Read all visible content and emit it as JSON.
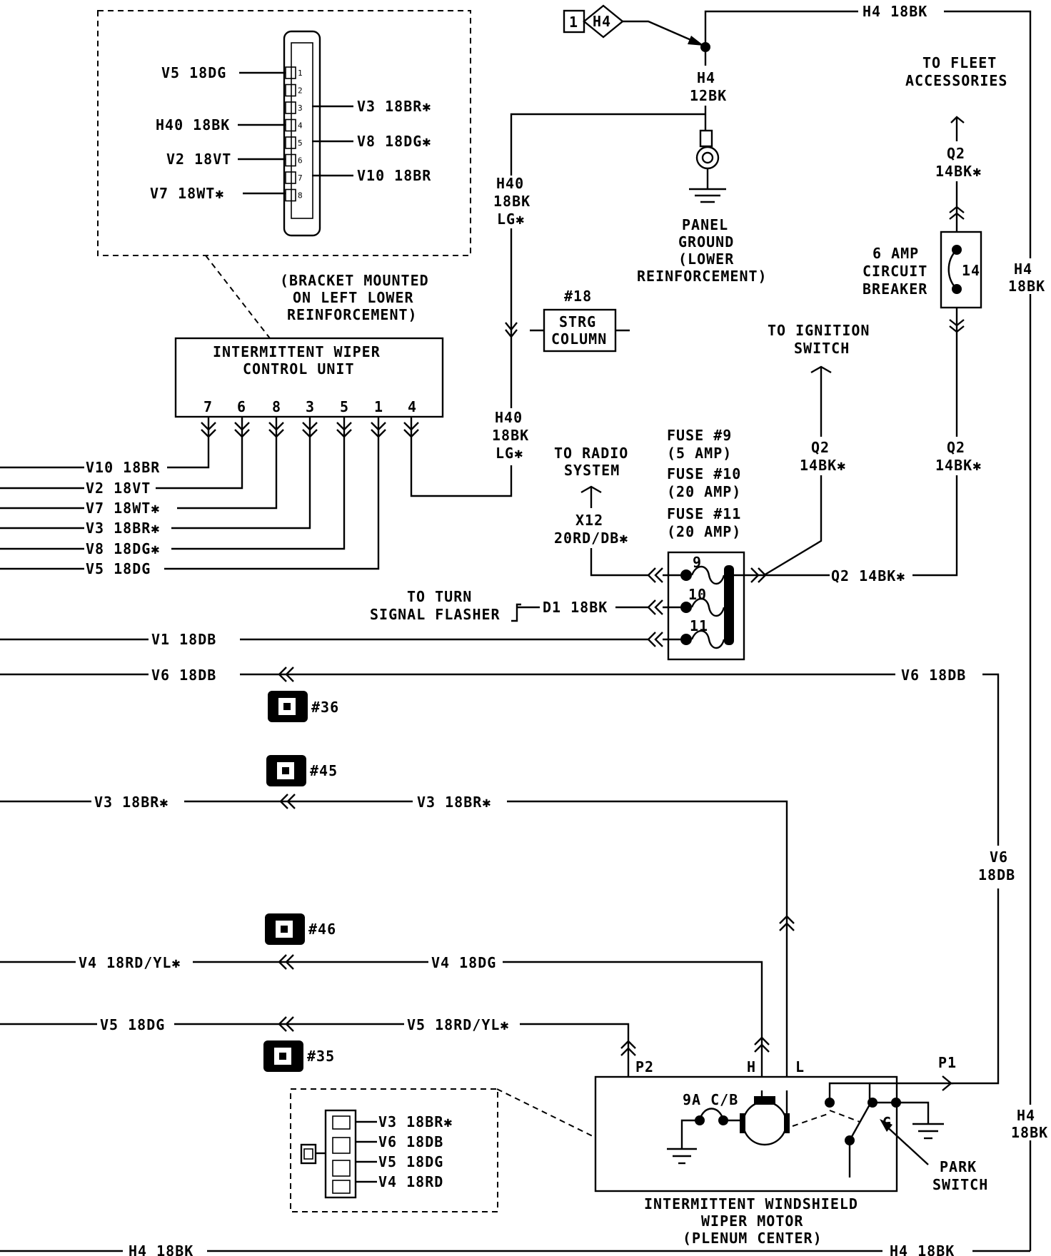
{
  "connector_detail": {
    "pins": [
      {
        "num": "1",
        "wire": "V5 18DG"
      },
      {
        "num": "2",
        "wire": ""
      },
      {
        "num": "3",
        "wire": "V3 18BR✱"
      },
      {
        "num": "4",
        "wire": "H40 18BK"
      },
      {
        "num": "5",
        "wire": "V8 18DG✱"
      },
      {
        "num": "6",
        "wire": "V2 18VT"
      },
      {
        "num": "7",
        "wire": "V10 18BR"
      },
      {
        "num": "8",
        "wire": "V7 18WT✱"
      }
    ]
  },
  "bracket_note": [
    "(BRACKET MOUNTED",
    "ON LEFT LOWER",
    "REINFORCEMENT)"
  ],
  "control_unit": {
    "title": [
      "INTERMITTENT WIPER",
      "CONTROL UNIT"
    ],
    "pins": [
      "7",
      "6",
      "8",
      "3",
      "5",
      "1",
      "4"
    ]
  },
  "left_wires": [
    "V10 18BR",
    "V2 18VT",
    "V7 18WT✱",
    "V3 18BR✱",
    "V8 18DG✱",
    "V5 18DG"
  ],
  "h40": {
    "upper": [
      "H40",
      "18BK",
      "LG✱"
    ],
    "lower": [
      "H40",
      "18BK",
      "LG✱"
    ]
  },
  "strg_column": {
    "ref": "#18",
    "label": [
      "STRG",
      "COLUMN"
    ]
  },
  "splice": {
    "ref": "1",
    "circuit": "H4"
  },
  "h4_12bk": [
    "H4",
    "12BK"
  ],
  "panel_ground": [
    "PANEL",
    "GROUND",
    "(LOWER",
    "REINFORCEMENT)"
  ],
  "fleet": {
    "label": [
      "TO FLEET",
      "ACCESSORIES"
    ],
    "wire": [
      "Q2",
      "14BK✱"
    ]
  },
  "breaker": {
    "label": [
      "6 AMP",
      "CIRCUIT",
      "BREAKER"
    ],
    "num": "14"
  },
  "h4_right": [
    "H4",
    "18BK"
  ],
  "h4_top": "H4 18BK",
  "ignition": {
    "label": [
      "TO IGNITION",
      "SWITCH"
    ],
    "wire": [
      "Q2",
      "14BK✱"
    ]
  },
  "q2_right": [
    "Q2",
    "14BK✱"
  ],
  "fuses": {
    "labels": [
      "FUSE #9",
      "(5 AMP)",
      "FUSE #10",
      "(20 AMP)",
      "FUSE #11",
      "(20 AMP)"
    ],
    "nums": [
      "9",
      "10",
      "11"
    ]
  },
  "q2_horizontal": "Q2 14BK✱",
  "radio": {
    "label": [
      "TO RADIO",
      "SYSTEM"
    ],
    "wire": [
      "X12",
      "20RD/DB✱"
    ]
  },
  "turn": {
    "label": [
      "TO TURN",
      "SIGNAL FLASHER"
    ],
    "wire": "D1 18BK"
  },
  "v1": "V1 18DB",
  "v6": {
    "left": "V6 18DB",
    "right": "V6 18DB",
    "vertical": [
      "V6",
      "18DB"
    ]
  },
  "v3": {
    "left": "V3 18BR✱",
    "right": "V3 18BR✱"
  },
  "v4": {
    "left": "V4 18RD/YL✱",
    "right": "V4 18DG"
  },
  "v5": {
    "left": "V5 18DG",
    "right": "V5 18RD/YL✱"
  },
  "connector_refs": [
    "#36",
    "#45",
    "#46",
    "#35"
  ],
  "motor": {
    "pins": [
      "P2",
      "H",
      "L",
      "P1",
      "G"
    ],
    "breaker_label": "9A C/B",
    "title": [
      "INTERMITTENT WINDSHIELD",
      "WIPER MOTOR",
      "(PLENUM CENTER)"
    ],
    "park_switch": [
      "PARK",
      "SWITCH"
    ]
  },
  "motor_connector": [
    "V3 18BR✱",
    "V6 18DB",
    "V5 18DG",
    "V4 18RD"
  ],
  "h4_bottom": {
    "left": "H4 18BK",
    "right": "H4 18BK",
    "vertical": [
      "H4",
      "18BK"
    ]
  }
}
